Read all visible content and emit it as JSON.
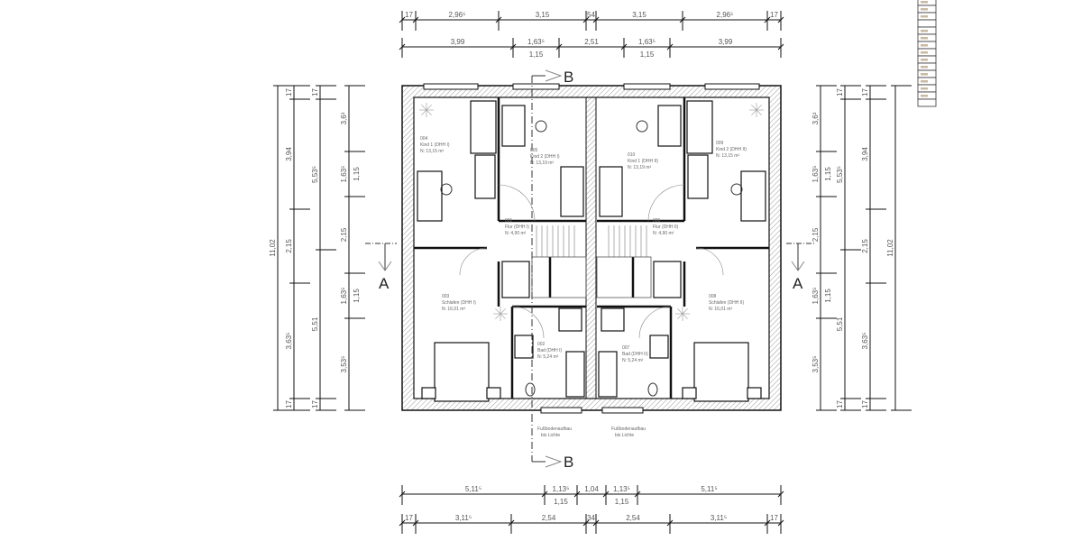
{
  "section_markers": {
    "a_left": "A",
    "a_right": "A",
    "b_top": "B",
    "b_bottom": "B"
  },
  "dimensions": {
    "top_chain_1": [
      "17",
      "2,96⁵",
      "3,15",
      "54",
      "3,15",
      "2,96⁵",
      "17"
    ],
    "top_chain_2": [
      "3,99",
      "1,63⁵",
      "2,51",
      "1,63⁵",
      "3,99"
    ],
    "top_chain_2_sub": [
      "1,15",
      "1,15"
    ],
    "bottom_chain_1": [
      "5,11⁵",
      "1,13⁵",
      "1,04",
      "1,13⁵",
      "5,11⁵"
    ],
    "bottom_chain_1_sub": [
      "1,15",
      "1,15"
    ],
    "bottom_chain_2": [
      "17",
      "3,11⁵",
      "2,54",
      "34",
      "2,54",
      "3,11⁵",
      "17"
    ],
    "side_overall": "11,02",
    "side_chain_1": [
      "17",
      "3,94",
      "2,15",
      "3,63⁵",
      "17"
    ],
    "side_chain_2": [
      "17",
      "5,53⁵",
      "5,51",
      "17"
    ],
    "side_chain_3": [
      "3,6³",
      "1,63⁵",
      "2,15",
      "1,63⁵",
      "3,53⁵"
    ],
    "side_chain_3_sub": [
      "1,15",
      "1,15"
    ]
  },
  "rooms": [
    {
      "no": "004",
      "name": "Kind 1 (DHH I)",
      "area": "N: 13,15 m²"
    },
    {
      "no": "005",
      "name": "Kind 2 (DHH I)",
      "area": "N: 13,19 m²"
    },
    {
      "no": "001",
      "name": "Flur (DHH I)",
      "area": "N: 4,90 m²"
    },
    {
      "no": "003",
      "name": "Schlafen (DHH I)",
      "area": "N: 16,01 m²"
    },
    {
      "no": "002",
      "name": "Bad (DHH I)",
      "area": "N: 5,24 m²"
    },
    {
      "no": "010",
      "name": "Kind 1 (DHH II)",
      "area": "N: 13,19 m²"
    },
    {
      "no": "009",
      "name": "Kind 2 (DHH II)",
      "area": "N: 13,15 m²"
    },
    {
      "no": "006",
      "name": "Flur (DHH II)",
      "area": "N: 4,90 m²"
    },
    {
      "no": "008",
      "name": "Schlafen (DHH II)",
      "area": "N: 16,01 m²"
    },
    {
      "no": "007",
      "name": "Bad (DHH II)",
      "area": "N: 5,24 m²"
    }
  ],
  "notes": {
    "left_line1": "Fußbodenaufbau",
    "left_line2": "bis Lichte",
    "right_line1": "Fußbodenaufbau",
    "right_line2": "bis Lichte"
  },
  "colors": {
    "line": "#111111",
    "hatch": "#9a9a9a",
    "text": "#555555",
    "marker_a": "#222222"
  }
}
